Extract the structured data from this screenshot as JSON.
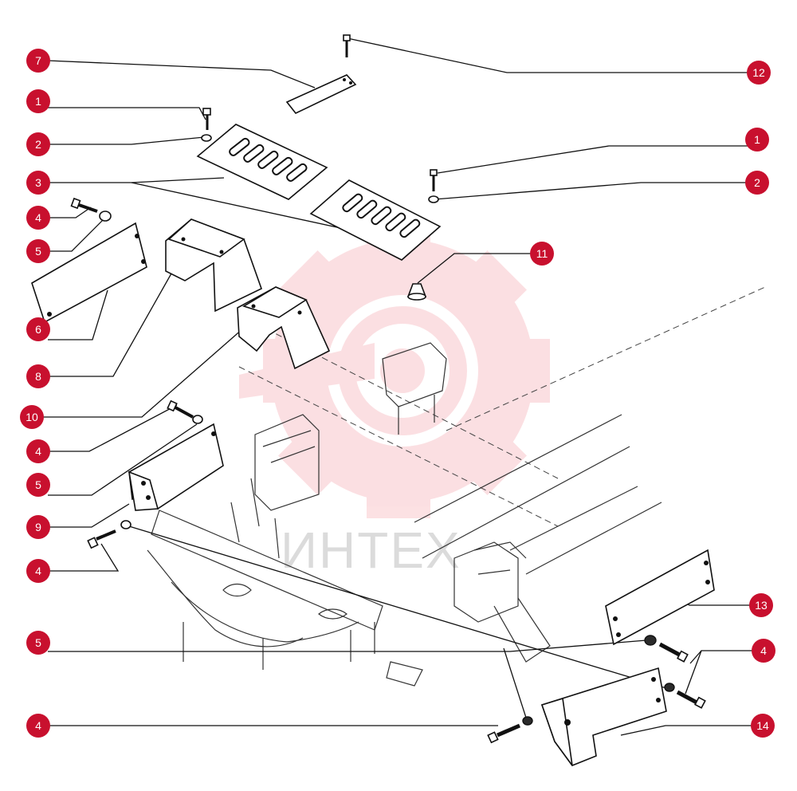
{
  "watermark": {
    "text": "ИНТЕХ",
    "color": "#e8283a"
  },
  "callout_color": "#c8102e",
  "callouts": {
    "c7": "7",
    "c12": "12",
    "c1a": "1",
    "c2a": "2",
    "c1b": "1",
    "c3": "3",
    "c2b": "2",
    "c4a": "4",
    "c5a": "5",
    "c11": "11",
    "c6": "6",
    "c8": "8",
    "c10": "10",
    "c4b": "4",
    "c5b": "5",
    "c9": "9",
    "c4c": "4",
    "c13": "13",
    "c5c": "5",
    "c4d": "4",
    "c4e": "4",
    "c14": "14"
  }
}
